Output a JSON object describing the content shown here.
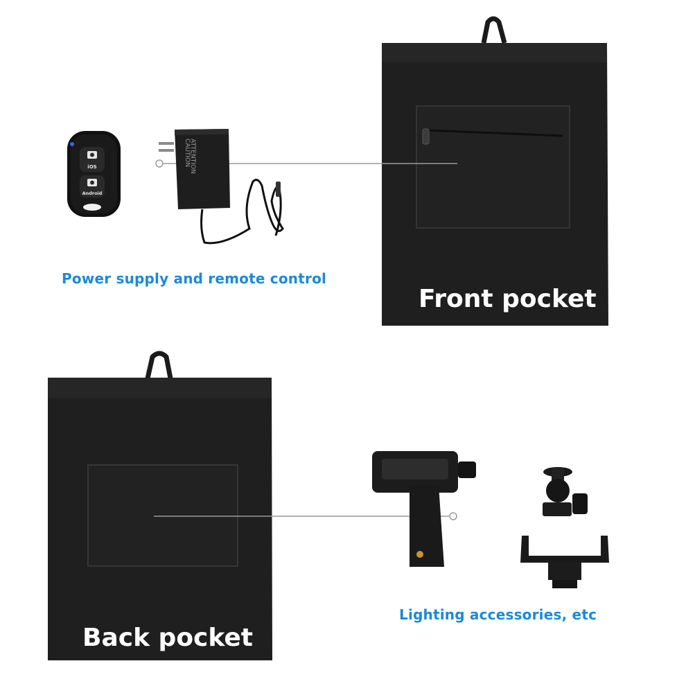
{
  "labels": {
    "front_pocket": "Front pocket",
    "back_pocket": "Back pocket",
    "power_caption": "Power supply and remote control",
    "accessories_caption": "Lighting accessories, etc"
  },
  "product_text": {
    "remote_ios": "iOS",
    "remote_android": "Android",
    "adapter_caution": "CAUTION",
    "adapter_attention": "ATTENTION"
  },
  "colors": {
    "caption_blue": "#1a8ad8",
    "bag_black": "#1b1b1b",
    "pointer_line": "#9a9a9a"
  }
}
